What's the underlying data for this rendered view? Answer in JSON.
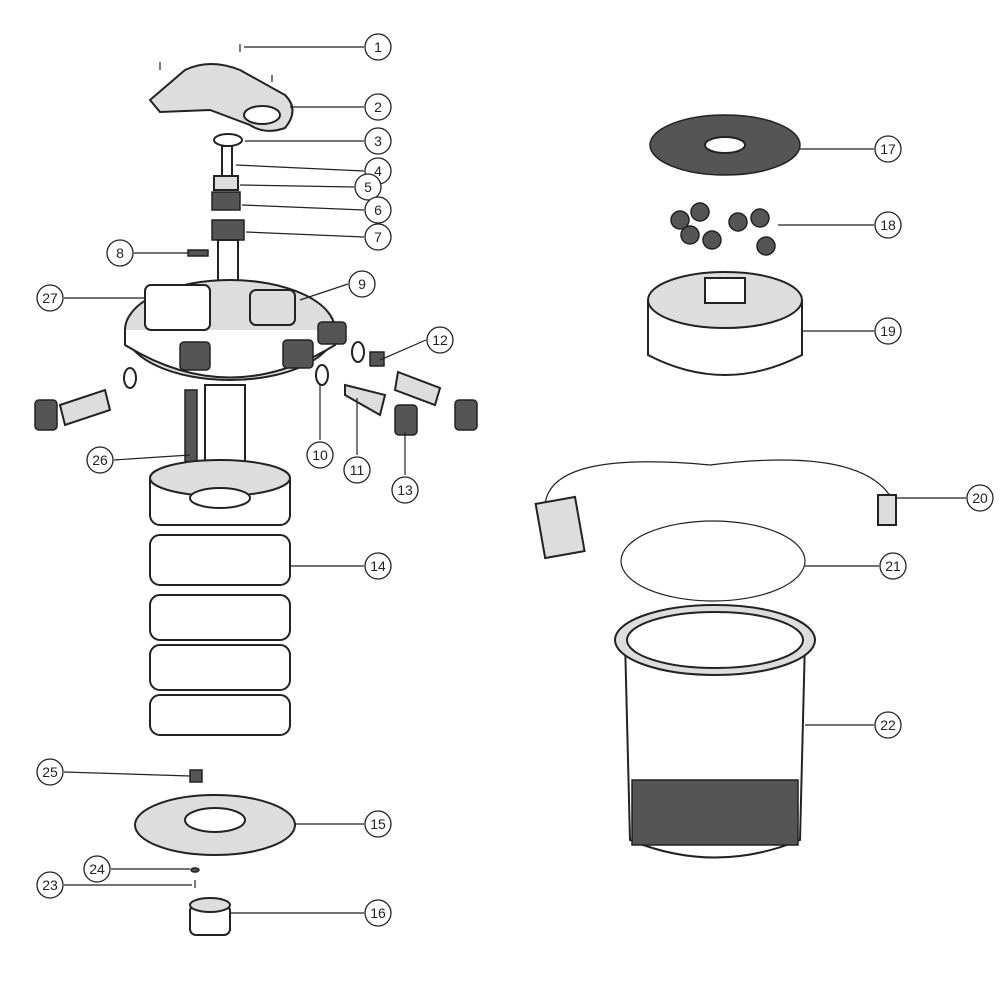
{
  "diagram": {
    "type": "exploded-parts-diagram",
    "callouts": [
      {
        "n": "1"
      },
      {
        "n": "2"
      },
      {
        "n": "3"
      },
      {
        "n": "4"
      },
      {
        "n": "5"
      },
      {
        "n": "6"
      },
      {
        "n": "7"
      },
      {
        "n": "8"
      },
      {
        "n": "9"
      },
      {
        "n": "10"
      },
      {
        "n": "11"
      },
      {
        "n": "12"
      },
      {
        "n": "13"
      },
      {
        "n": "14"
      },
      {
        "n": "15"
      },
      {
        "n": "16"
      },
      {
        "n": "17"
      },
      {
        "n": "18"
      },
      {
        "n": "19"
      },
      {
        "n": "20"
      },
      {
        "n": "21"
      },
      {
        "n": "22"
      },
      {
        "n": "23"
      },
      {
        "n": "24"
      },
      {
        "n": "25"
      },
      {
        "n": "26"
      },
      {
        "n": "27"
      }
    ]
  }
}
